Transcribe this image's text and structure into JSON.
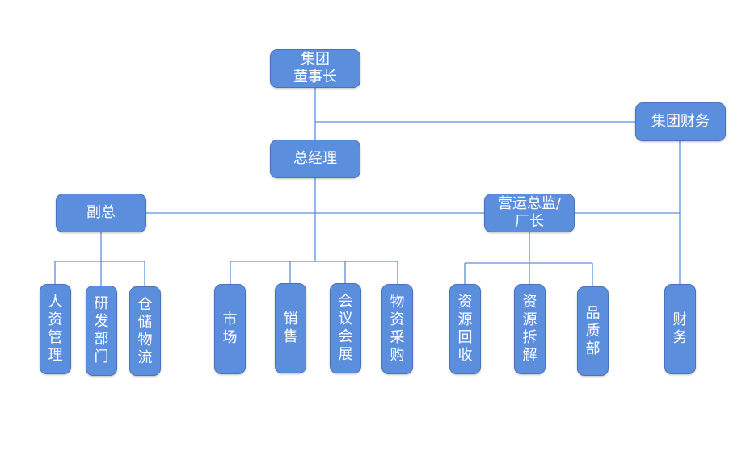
{
  "diagram": {
    "type": "org-chart",
    "colors": {
      "node_fill": "#5b8fde",
      "node_border": "#4a74b8",
      "line": "#5b8fde",
      "text": "#ffffff"
    },
    "nodes": {
      "chairman": "集团\n董事长",
      "group_finance": "集团财务",
      "general_manager": "总经理",
      "vice_president": "副总",
      "operations_director": "营运总监/\n厂长",
      "hr": "人资管理",
      "rnd": "研发部门",
      "warehouse": "仓储物流",
      "market": "市场",
      "sales": "销售",
      "exhibition": "会议会展",
      "procurement": "物资采购",
      "recycling": "资源回收",
      "dismantling": "资源拆解",
      "quality": "品质部",
      "finance": "财务"
    },
    "edges": [
      [
        "chairman",
        "general_manager"
      ],
      [
        "chairman",
        "group_finance"
      ],
      [
        "general_manager",
        "vice_president"
      ],
      [
        "general_manager",
        "operations_director"
      ],
      [
        "group_finance",
        "finance"
      ],
      [
        "vice_president",
        "hr"
      ],
      [
        "vice_president",
        "rnd"
      ],
      [
        "vice_president",
        "warehouse"
      ],
      [
        "general_manager",
        "market"
      ],
      [
        "general_manager",
        "sales"
      ],
      [
        "general_manager",
        "exhibition"
      ],
      [
        "general_manager",
        "procurement"
      ],
      [
        "operations_director",
        "recycling"
      ],
      [
        "operations_director",
        "dismantling"
      ],
      [
        "operations_director",
        "quality"
      ]
    ]
  }
}
